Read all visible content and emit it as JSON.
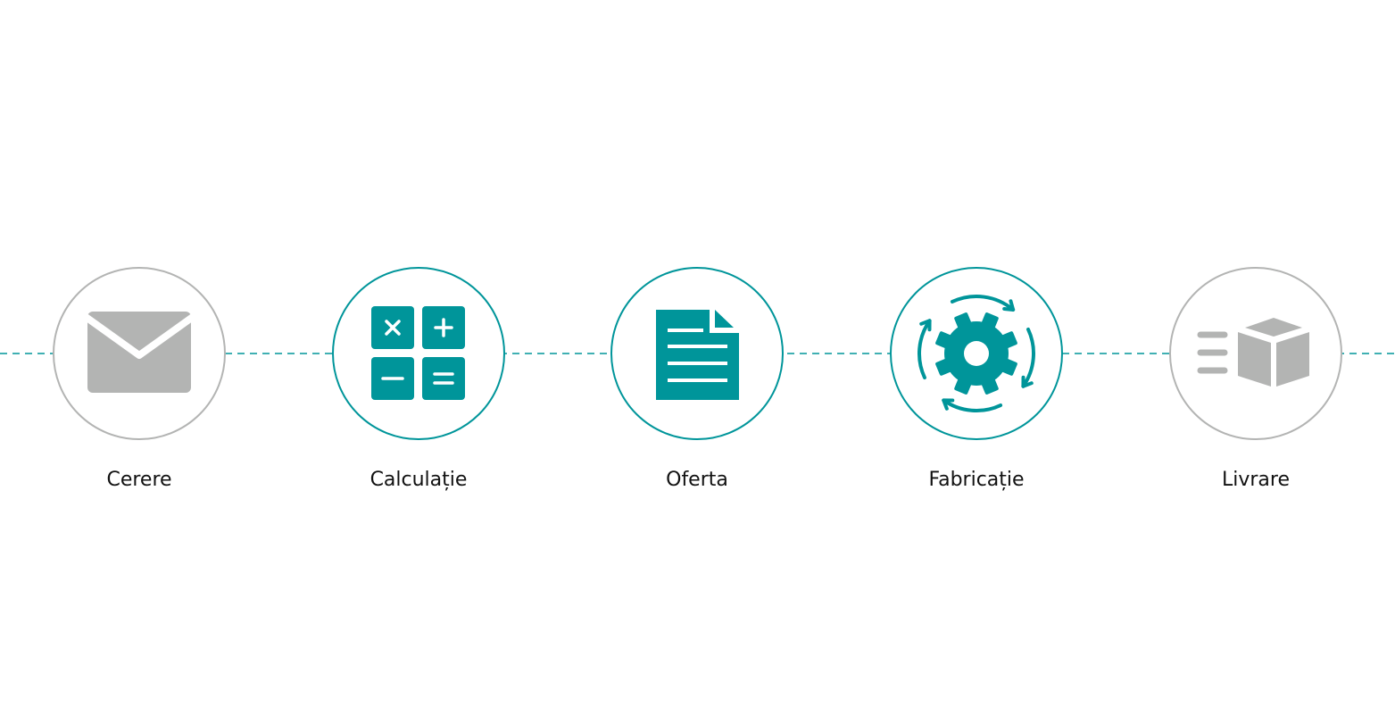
{
  "colors": {
    "accent": "#00959a",
    "inactive": "#b3b4b3",
    "text": "#111111"
  },
  "steps": [
    {
      "label": "Cerere",
      "icon": "envelope-icon",
      "state": "inactive"
    },
    {
      "label": "Calculație",
      "icon": "calculator-icon",
      "state": "active"
    },
    {
      "label": "Oferta",
      "icon": "document-icon",
      "state": "active"
    },
    {
      "label": "Fabricație",
      "icon": "gear-cycle-icon",
      "state": "active"
    },
    {
      "label": "Livrare",
      "icon": "delivery-box-icon",
      "state": "inactive"
    }
  ]
}
